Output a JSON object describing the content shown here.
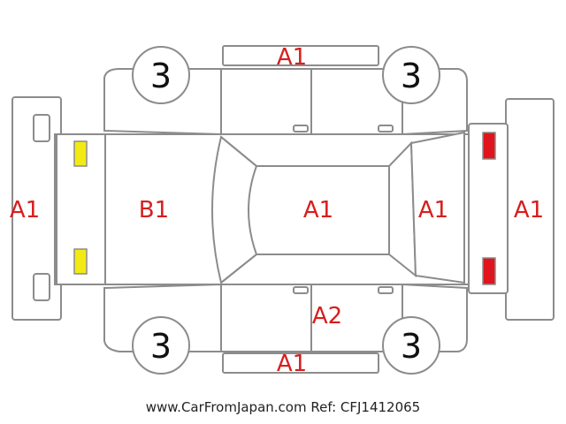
{
  "panels": {
    "roof": "A1",
    "hood": "B1",
    "front_bumper": "A1",
    "rear_bumper": "A1",
    "top_side": "A1",
    "bottom_side": "A1",
    "trunk": "A1",
    "bottom_door": "A2"
  },
  "wheels": {
    "front_left": "3",
    "rear_left": "3",
    "front_right": "3",
    "rear_right": "3"
  },
  "lamp_colors": {
    "front": "#f2ea12",
    "rear": "#e0141c"
  },
  "footer": "www.CarFromJapan.com Ref: CFJ1412065"
}
